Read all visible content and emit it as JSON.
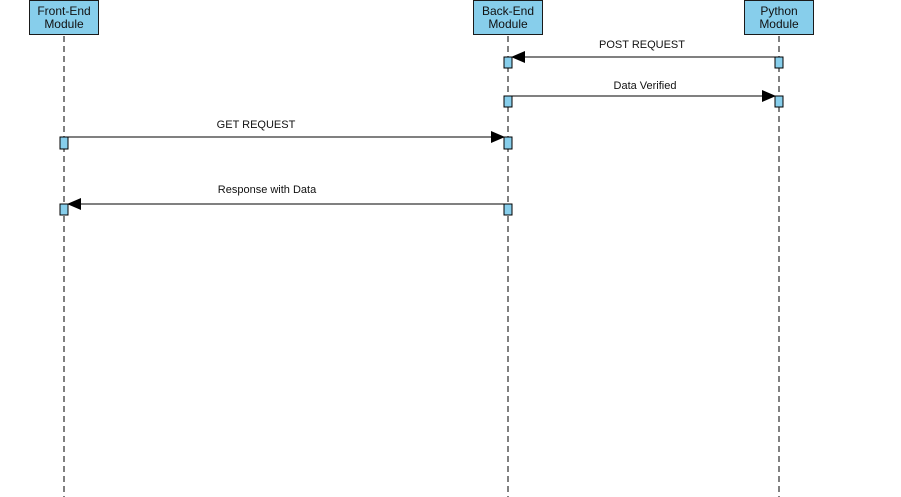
{
  "diagram": {
    "participants": [
      {
        "id": "frontend",
        "label": "Front-End\nModule"
      },
      {
        "id": "backend",
        "label": "Back-End\nModule"
      },
      {
        "id": "python",
        "label": "Python\nModule"
      }
    ],
    "messages": [
      {
        "label": "POST REQUEST",
        "from": "python",
        "to": "backend"
      },
      {
        "label": "Data Verified",
        "from": "backend",
        "to": "python"
      },
      {
        "label": "GET REQUEST",
        "from": "frontend",
        "to": "backend"
      },
      {
        "label": "Response with Data",
        "from": "backend",
        "to": "frontend"
      }
    ],
    "colors": {
      "participant_fill": "#87ceeb",
      "activation_fill": "#87ceeb",
      "line": "#000000"
    }
  }
}
